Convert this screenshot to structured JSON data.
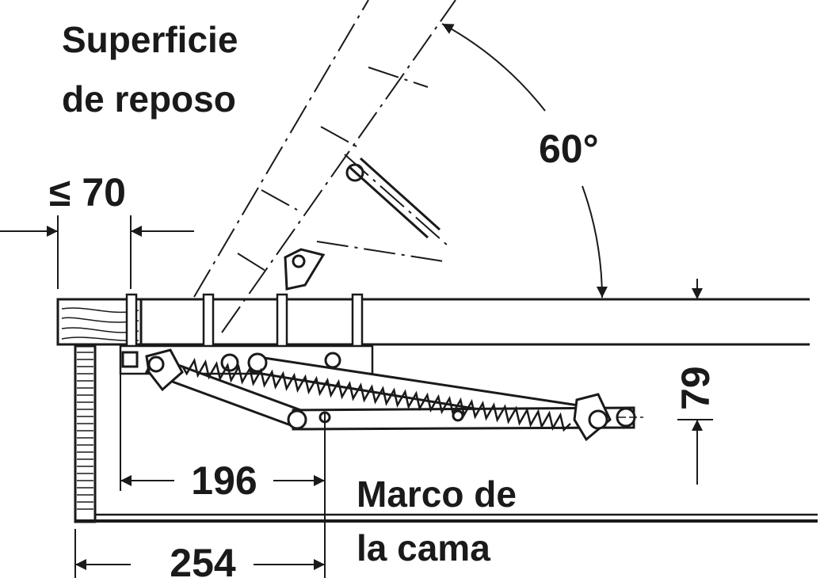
{
  "labels": {
    "surface_line1": "Superficie",
    "surface_line2": "de reposo",
    "angle": "60°",
    "max_offset": "≤ 70",
    "height": "79",
    "dim_196": "196",
    "dim_254": "254",
    "frame_line1": "Marco de",
    "frame_line2": "la cama"
  },
  "colors": {
    "ink": "#1a1a1a",
    "background": "#ffffff"
  }
}
